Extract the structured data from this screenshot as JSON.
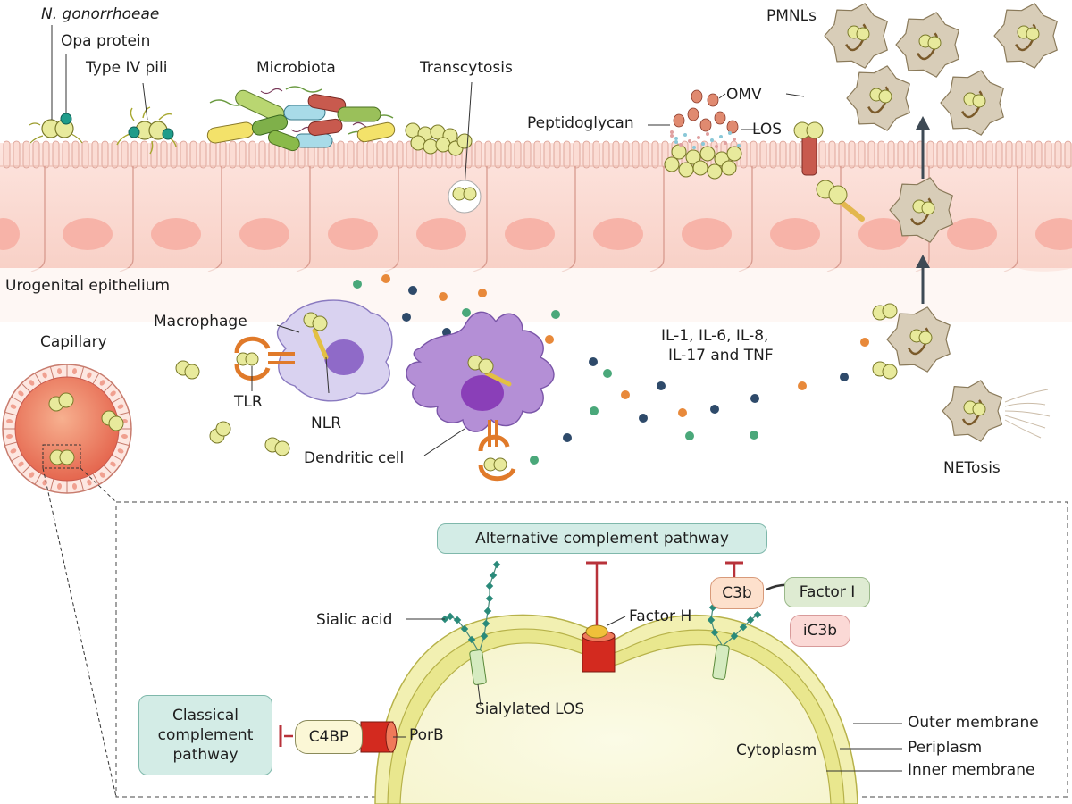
{
  "labels": {
    "species": "N. gonorrhoeae",
    "opa": "Opa protein",
    "pili": "Type IV pili",
    "microbiota": "Microbiota",
    "transcytosis": "Transcytosis",
    "omv": "OMV",
    "peptidoglycan": "Peptidoglycan",
    "los": "LOS",
    "pmnls": "PMNLs",
    "epithelium": "Urogenital epithelium",
    "macrophage": "Macrophage",
    "capillary": "Capillary",
    "tlr": "TLR",
    "nlr": "NLR",
    "dendritic": "Dendritic cell",
    "cytokines_line1": "IL-1, IL-6, IL-8,",
    "cytokines_line2": "IL-17 and TNF",
    "netosis": "NETosis"
  },
  "inset": {
    "alternative": "Alternative complement pathway",
    "factor_i": "Factor I",
    "c3b": "C3b",
    "ic3b": "iC3b",
    "factor_h": "Factor H",
    "sialic_acid": "Sialic acid",
    "sialylated_los": "Sialylated LOS",
    "classical_line1": "Classical",
    "classical_line2": "complement",
    "classical_line3": "pathway",
    "c4bp": "C4BP",
    "porb": "PorB",
    "cytoplasm": "Cytoplasm",
    "outer_membrane": "Outer membrane",
    "periplasm": "Periplasm",
    "inner_membrane": "Inner membrane"
  },
  "colors": {
    "epithelium": "#fbdcd4",
    "nucleus": "#f7b3a8",
    "bacterium": "#e8ea9c",
    "pmnl": "#d8cdb8",
    "macrophage": "#d9d2f0",
    "dendritic": "#b48fd6",
    "inhibit": "#b8323a",
    "pathway_box": "#d3ece6",
    "factor_box": "#deebd2",
    "c3b_box": "#fde0cc",
    "ic3b_box": "#fbd9d6"
  }
}
